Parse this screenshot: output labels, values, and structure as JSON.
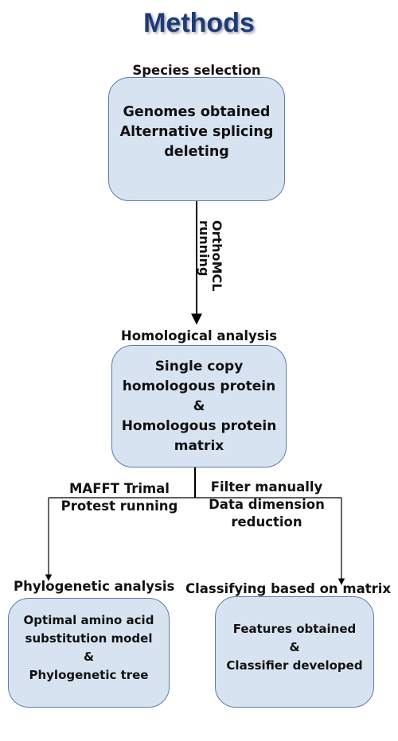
{
  "title": "Methods",
  "stage1": {
    "label": "Species selection",
    "lines": [
      "Genomes obtained",
      "Alternative splicing",
      "deleting"
    ]
  },
  "edge1": {
    "lines": [
      "OrthoMCL",
      "running"
    ]
  },
  "stage2": {
    "label": "Homological analysis",
    "lines": [
      "Single copy",
      "homologous protein",
      "&",
      "Homologous protein",
      "matrix"
    ]
  },
  "edge_left": {
    "lines": [
      "MAFFT Trimal",
      "Protest running"
    ]
  },
  "edge_right": {
    "lines": [
      "Filter manually",
      "Data dimension",
      "reduction"
    ]
  },
  "stage3_left": {
    "label": "Phylogenetic analysis",
    "lines": [
      "Optimal amino acid",
      "substitution model",
      "&",
      "Phylogenetic tree"
    ]
  },
  "stage3_right": {
    "label": "Classifying based on matrix",
    "lines": [
      "Features obtained",
      "&",
      "Classifier developed"
    ]
  },
  "colors": {
    "title": "#1f3a75",
    "box_fill": "#d8e3f1",
    "box_border": "#5a7bb0"
  }
}
